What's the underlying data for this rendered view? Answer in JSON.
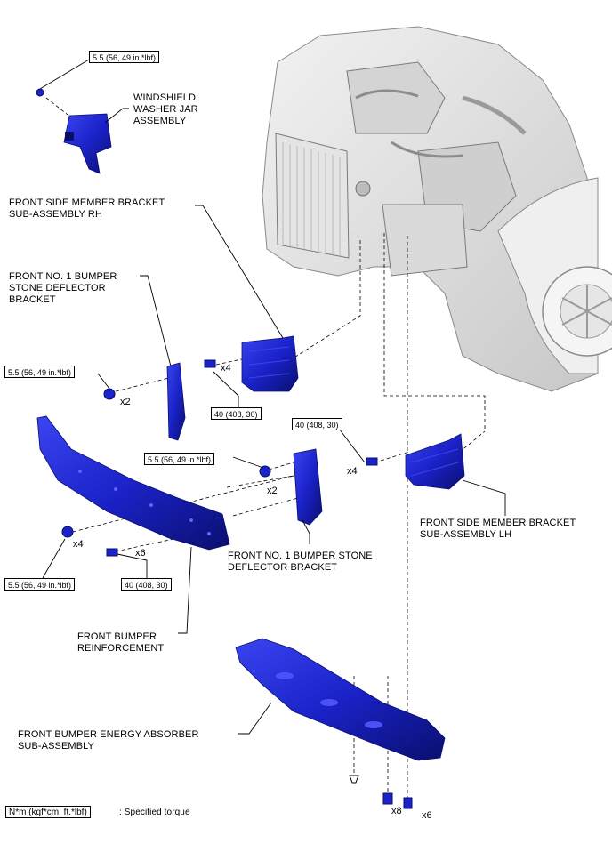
{
  "labels": {
    "washer_jar": [
      "WINDSHIELD",
      "WASHER JAR",
      "ASSEMBLY"
    ],
    "side_member_rh": [
      "FRONT SIDE MEMBER BRACKET",
      "SUB-ASSEMBLY RH"
    ],
    "stone_deflector_upper": [
      "FRONT NO. 1 BUMPER",
      "STONE DEFLECTOR",
      "BRACKET"
    ],
    "stone_deflector_lower": [
      "FRONT NO. 1 BUMPER STONE",
      "DEFLECTOR BRACKET"
    ],
    "side_member_lh": [
      "FRONT SIDE MEMBER BRACKET",
      "SUB-ASSEMBLY LH"
    ],
    "reinforcement": [
      "FRONT BUMPER",
      "REINFORCEMENT"
    ],
    "energy_absorber": [
      "FRONT BUMPER ENERGY ABSORBER",
      "SUB-ASSEMBLY"
    ]
  },
  "torques": {
    "washer_jar": "5.5 (56, 49 in.*lbf)",
    "deflector_left": "5.5 (56, 49 in.*lbf)",
    "rh_bracket": "40 (408, 30)",
    "lh_bracket": "40 (408, 30)",
    "deflector_mid": "5.5 (56, 49 in.*lbf)",
    "reinforcement_nut": "5.5 (56, 49 in.*lbf)",
    "reinforcement_bolt": "40 (408, 30)"
  },
  "quantities": {
    "deflector_left": "x2",
    "rh_bolt": "x4",
    "lh_bolt": "x4",
    "deflector_mid": "x2",
    "reinforcement_nut": "x4",
    "reinforcement_bolt": "x6",
    "absorber_bolt": "x8",
    "absorber_clip": "x6"
  },
  "legend": {
    "unit": "N*m (kgf*cm, ft.*lbf)",
    "text": ": Specified torque"
  },
  "colors": {
    "part_blue": "#1a22c8",
    "part_dark": "#0a0f6e",
    "engine_gray": "#d9d9d9",
    "line": "#000000"
  }
}
